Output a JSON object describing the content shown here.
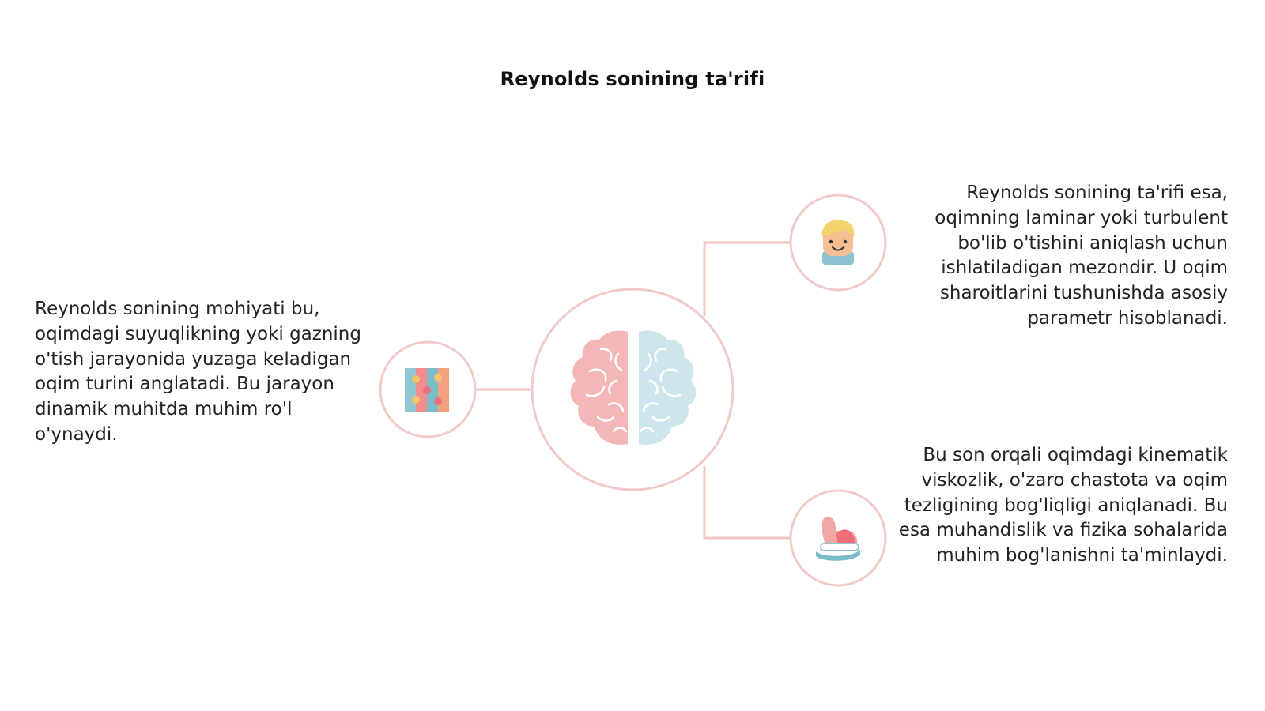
{
  "header": {
    "title": "Reynolds sonining ta'rifi"
  },
  "blocks": {
    "left": "Reynolds sonining mohiyati bu, oqimdagi suyuqlikning yoki gazning o'tish jarayonida yuzaga keladigan oqim turini anglatadi. Bu jarayon dinamik muhitda muhim ro'l o'ynaydi.",
    "top_right": "Reynolds sonining ta'rifi esa, oqimning laminar yoki turbulent bo'lib o'tishini aniqlash uchun ishlatiladigan mezondir. U oqim sharoitlarini tushunishda asosiy parametr hisoblanadi.",
    "bottom_right": "Bu son orqali oqimdagi kinematik viskozlik, o'zaro chastota va oqim tezligining bog'liqligi aniqlanadi. Bu esa muhandislik va fizika sohalarida muhim bog'lanishni ta'minlaydi."
  },
  "icons": {
    "center": "brain-icon",
    "left": "puzzle-icon",
    "top_right": "child-face-icon",
    "bottom_right": "toy-horse-icon"
  },
  "colors": {
    "ring": "#f1c9c6",
    "connector": "#f0c6c2",
    "brain_left": "#f2b7b6",
    "brain_right": "#cfe5ee"
  }
}
